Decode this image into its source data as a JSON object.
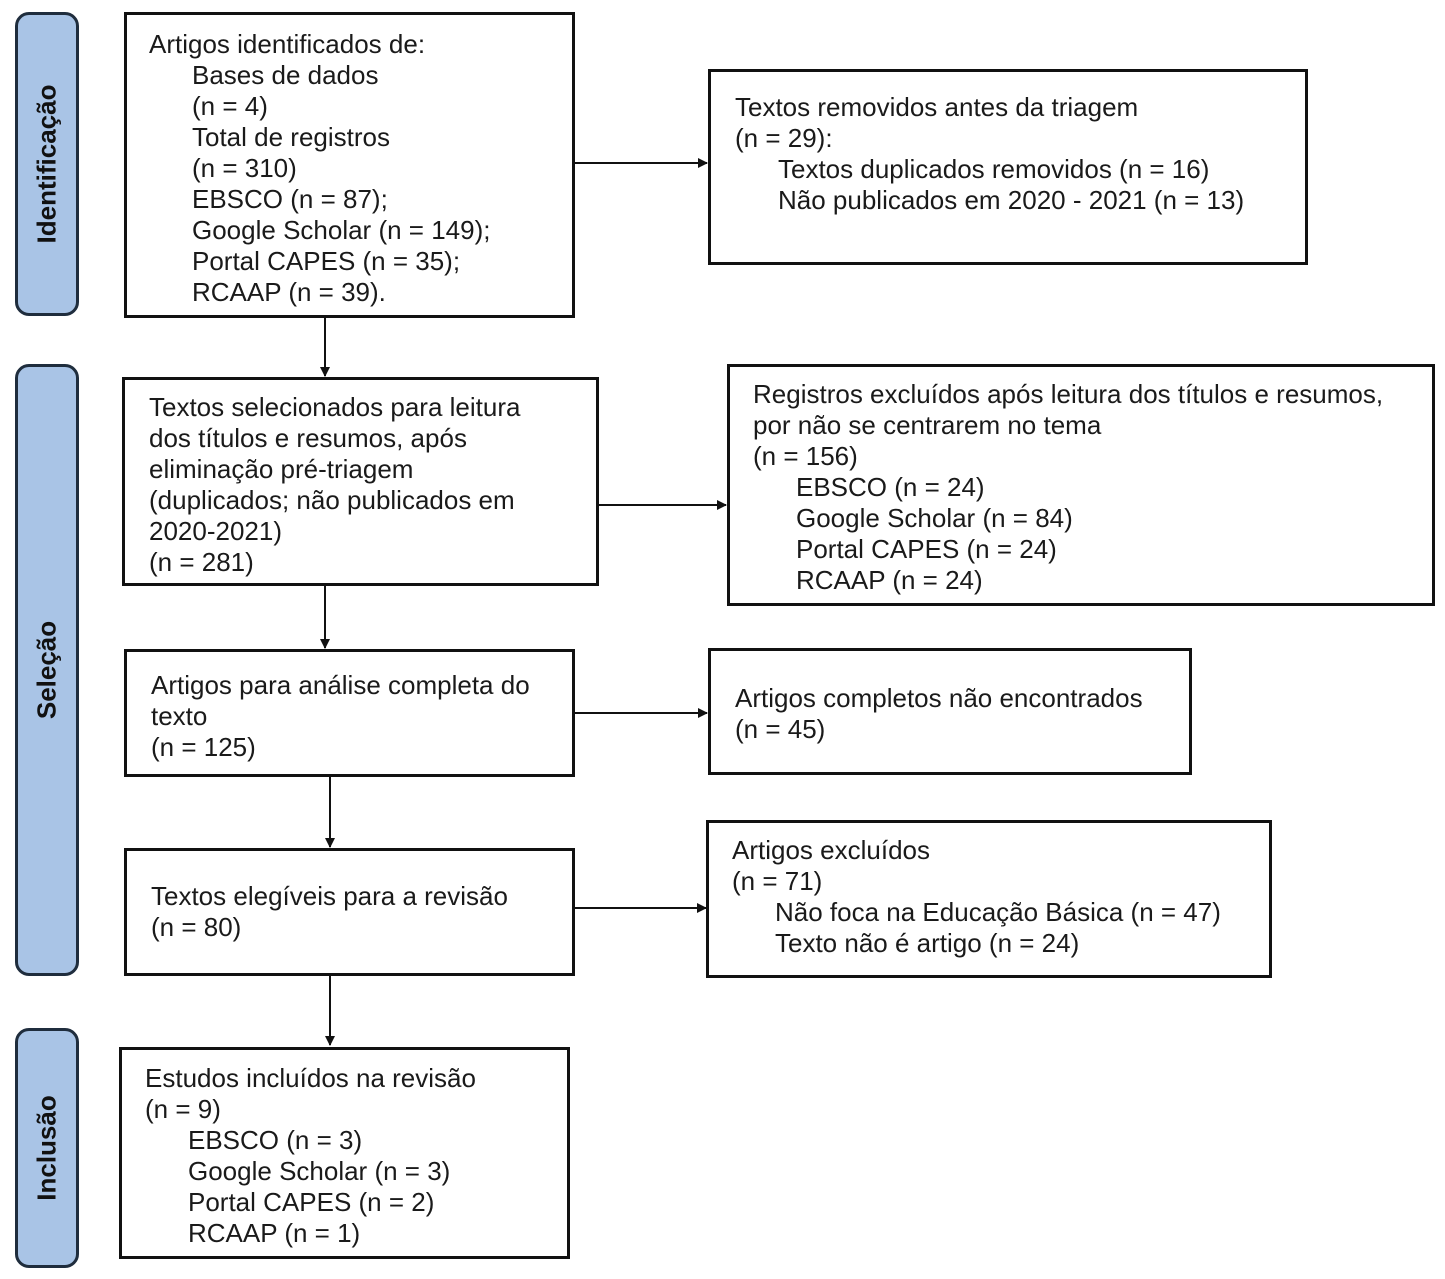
{
  "phases": {
    "identification": "Identificação",
    "selection": "Seleção",
    "inclusion": "Inclusão"
  },
  "boxes": {
    "identified": {
      "lines": [
        "Artigos identificados de:",
        "Bases de dados",
        "(n = 4)",
        "Total de registros",
        "(n = 310)",
        "EBSCO (n = 87);",
        "Google Scholar (n = 149);",
        "Portal CAPES (n = 35);",
        "RCAAP (n = 39)."
      ]
    },
    "removed": {
      "lines": [
        "Textos removidos antes da triagem",
        "(n = 29):",
        "Textos duplicados removidos (n = 16)",
        "Não publicados em 2020 - 2021 (n = 13)"
      ]
    },
    "screened": {
      "lines": [
        "Textos selecionados para leitura",
        "dos títulos e resumos, após",
        "eliminação pré-triagem",
        "(duplicados; não publicados em",
        "2020-2021)",
        "(n = 281)"
      ]
    },
    "excluded_titles": {
      "lines": [
        "Registros excluídos após leitura dos títulos e resumos,",
        "por não se centrarem no tema",
        "(n = 156)",
        "EBSCO (n = 24)",
        "Google Scholar (n = 84)",
        "Portal CAPES (n = 24)",
        "RCAAP (n = 24)"
      ]
    },
    "full_text": {
      "lines": [
        "Artigos para análise completa do",
        "texto",
        "(n = 125)"
      ]
    },
    "not_found": {
      "lines": [
        "Artigos completos não encontrados",
        "(n = 45)"
      ]
    },
    "eligible": {
      "lines": [
        "Textos elegíveis para a revisão",
        "(n = 80)"
      ]
    },
    "excluded_articles": {
      "lines": [
        "Artigos excluídos",
        "(n = 71)",
        "Não foca na Educação Básica (n = 47)",
        "Texto não é artigo (n = 24)"
      ]
    },
    "included": {
      "lines": [
        "Estudos incluídos na revisão",
        "(n = 9)",
        "EBSCO (n = 3)",
        "Google Scholar (n = 3)",
        "Portal CAPES (n = 2)",
        "RCAAP (n = 1)"
      ]
    }
  }
}
